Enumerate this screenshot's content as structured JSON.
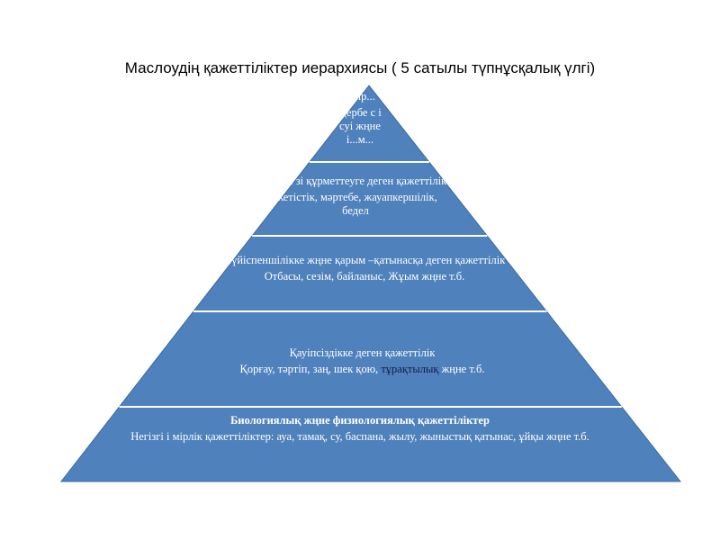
{
  "title": "Маслоудің қажеттіліктер иерархиясы  ( 5 сатылы түпнұсқалық үлгі)",
  "colors": {
    "fill": "#4f81bd",
    "band_line": "#ffffff",
    "outline": "#3a6a9f",
    "text": "#ffffff"
  },
  "levels": [
    {
      "heading": "...ыр...",
      "body": "Дербе с і суі жңне і...м..."
    },
    {
      "heading": "Өзін-і зі құрметтеуге деген қажеттілік",
      "body": "Жетістік, мәртебе, жауапкершілік, бедел"
    },
    {
      "heading": "Сүйіспеншілікке жңне қарым –қатынасқа деген қажеттілік",
      "body": "Отбасы, сезім, байланыс, Жұым жңне т.б."
    },
    {
      "heading": "Қауіпсіздікке деген қажеттілік",
      "body_a": "Қорғау, тәртіп, заң, шек қою, ",
      "body_b": "тұрақтылық",
      "body_c": " жңне т.б."
    },
    {
      "heading": "Биологиялық жңне физиологиялық қажеттіліктер",
      "body": "Негізгі і мірлік қажеттіліктер: ауа, тамақ, су, баспана, жылу, жыныстық қатынас, ұйқы жңне т.б."
    }
  ]
}
